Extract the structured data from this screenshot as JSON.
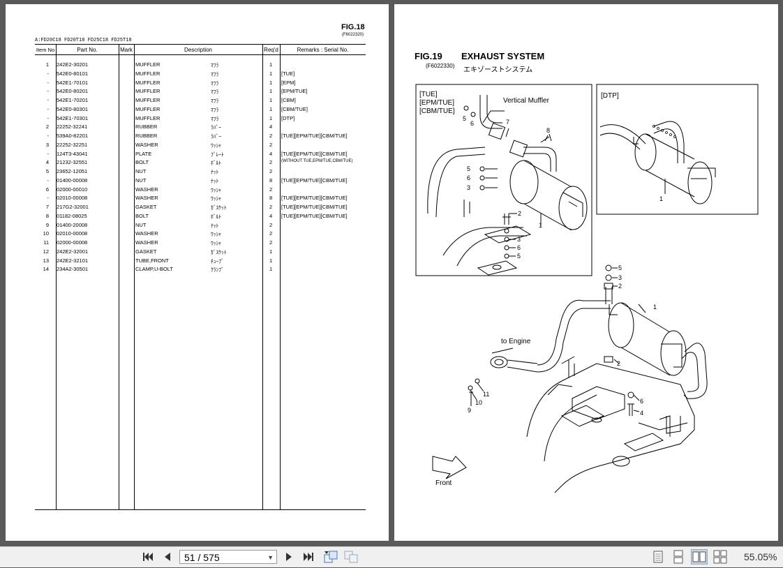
{
  "left_page": {
    "fig_title": "FIG.18",
    "fig_code": "(F6022320)",
    "models": "A:FD20C18 FD20T18 FD25C18 FD25T18",
    "headers": [
      "Item No",
      "Part No.",
      "Mark",
      "Description",
      "Req'd",
      "Remarks : Serial No."
    ],
    "rows": [
      {
        "item": "1",
        "part": "242E2-30201",
        "desc": "MUFFLER",
        "jp": "ﾏﾌﾗ",
        "qty": "1",
        "rem": ""
      },
      {
        "item": "-",
        "part": "542E0-80101",
        "desc": "MUFFLER",
        "jp": "ﾏﾌﾗ",
        "qty": "1",
        "rem": "[TUE]"
      },
      {
        "item": "-",
        "part": "542E1-70101",
        "desc": "MUFFLER",
        "jp": "ﾏﾌﾗ",
        "qty": "1",
        "rem": "[EPM]"
      },
      {
        "item": "-",
        "part": "542E0-80201",
        "desc": "MUFFLER",
        "jp": "ﾏﾌﾗ",
        "qty": "1",
        "rem": "[EPM/TUE]"
      },
      {
        "item": "-",
        "part": "542E1-70201",
        "desc": "MUFFLER",
        "jp": "ﾏﾌﾗ",
        "qty": "1",
        "rem": "[CBM]"
      },
      {
        "item": "-",
        "part": "542E0-80301",
        "desc": "MUFFLER",
        "jp": "ﾏﾌﾗ",
        "qty": "1",
        "rem": "[CBM/TUE]"
      },
      {
        "item": "-",
        "part": "542E1-70301",
        "desc": "MUFFLER",
        "jp": "ﾏﾌﾗ",
        "qty": "1",
        "rem": "[DTP]"
      },
      {
        "item": "2",
        "part": "22252-32241",
        "desc": "RUBBER",
        "jp": "ﾗﾊﾞｰ",
        "qty": "4",
        "rem": ""
      },
      {
        "item": "-",
        "part": "539A0-82201",
        "desc": "RUBBER",
        "jp": "ﾗﾊﾞｰ",
        "qty": "2",
        "rem": "[TUE][EPM/TUE][CBM/TUE]"
      },
      {
        "item": "3",
        "part": "22252-32251",
        "desc": "WASHER",
        "jp": "ﾜｯｼｬ",
        "qty": "2",
        "rem": ""
      },
      {
        "item": "-",
        "part": "124T3-43041",
        "desc": "PLATE",
        "jp": "ﾌﾟﾚｰﾄ",
        "qty": "4",
        "rem": "[TUE][EPM/TUE][CBM/TUE]"
      },
      {
        "item": "4",
        "part": "21232-32551",
        "desc": "BOLT",
        "jp": "ﾎﾞﾙﾄ",
        "qty": "2",
        "rem": "(WITHOUT TUE,EPM/TUE,CBM/TUE)"
      },
      {
        "item": "5",
        "part": "23652-12051",
        "desc": "NUT",
        "jp": "ﾅｯﾄ",
        "qty": "2",
        "rem": ""
      },
      {
        "item": "-",
        "part": "01400-00008",
        "desc": "NUT",
        "jp": "ﾅｯﾄ",
        "qty": "8",
        "rem": "[TUE][EPM/TUE][CBM/TUE]"
      },
      {
        "item": "6",
        "part": "02000-00010",
        "desc": "WASHER",
        "jp": "ﾜｯｼｬ",
        "qty": "2",
        "rem": ""
      },
      {
        "item": "-",
        "part": "02010-00008",
        "desc": "WASHER",
        "jp": "ﾜｯｼｬ",
        "qty": "8",
        "rem": "[TUE][EPM/TUE][CBM/TUE]"
      },
      {
        "item": "7",
        "part": "217G2-32001",
        "desc": "GASKET",
        "jp": "ｶﾞｽｹｯﾄ",
        "qty": "2",
        "rem": "[TUE][EPM/TUE][CBM/TUE]"
      },
      {
        "item": "8",
        "part": "01182-08025",
        "desc": "BOLT",
        "jp": "ﾎﾞﾙﾄ",
        "qty": "4",
        "rem": "[TUE][EPM/TUE][CBM/TUE]"
      },
      {
        "item": "9",
        "part": "01400-20008",
        "desc": "NUT",
        "jp": "ﾅｯﾄ",
        "qty": "2",
        "rem": ""
      },
      {
        "item": "10",
        "part": "02010-00008",
        "desc": "WASHER",
        "jp": "ﾜｯｼｬ",
        "qty": "2",
        "rem": ""
      },
      {
        "item": "11",
        "part": "02000-00008",
        "desc": "WASHER",
        "jp": "ﾜｯｼｬ",
        "qty": "2",
        "rem": ""
      },
      {
        "item": "12",
        "part": "242E2-32001",
        "desc": "GASKET",
        "jp": "ｶﾞｽｹｯﾄ",
        "qty": "1",
        "rem": ""
      },
      {
        "item": "13",
        "part": "242E2-32101",
        "desc": "TUBE,FRONT",
        "jp": "ﾁｭｰﾌﾞ",
        "qty": "1",
        "rem": ""
      },
      {
        "item": "14",
        "part": "234A2-30501",
        "desc": "CLAMP,U-BOLT",
        "jp": "ｸﾗﾝﾌﾟ",
        "qty": "1",
        "rem": ""
      }
    ]
  },
  "right_page": {
    "fig_num": "FIG.19",
    "fig_title": "EXHAUST SYSTEM",
    "fig_code": "(F6022330)",
    "fig_title_jp": "エキゾーストシステム",
    "box1_labels": [
      "[TUE]",
      "[EPM/TUE]",
      "[CBM/TUE]"
    ],
    "box1_vertical_muffler": "Vertical Muffler",
    "box2_label": "[DTP]",
    "to_engine": "to Engine",
    "front": "Front",
    "callouts": {
      "n1": "1",
      "n2": "2",
      "n3": "3",
      "n4": "4",
      "n5": "5",
      "n6": "6",
      "n7": "7",
      "n8": "8",
      "n9": "9",
      "n10": "10",
      "n11": "11"
    }
  },
  "toolbar": {
    "page_indicator": "51 / 575",
    "zoom": "55.05%"
  }
}
